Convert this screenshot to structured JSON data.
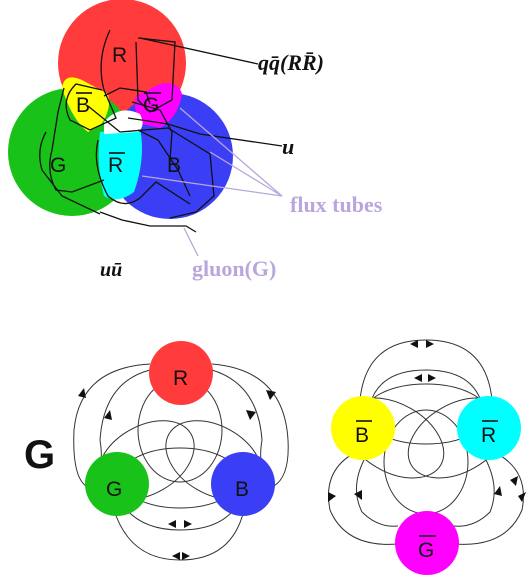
{
  "top": {
    "circle_labels": {
      "red": "R",
      "green": "G",
      "blue": "B",
      "yellow": "B",
      "magenta": "G",
      "cyan": "R"
    },
    "label_qqbar": "qq̄(RR̄)",
    "label_u": "u",
    "label_uubar": "uū",
    "label_flux": "flux tubes",
    "label_gluon": "gluon(G)"
  },
  "bottom": {
    "big_label": "G",
    "left": {
      "top": "R",
      "left": "G",
      "right": "B"
    },
    "right": {
      "left": "B",
      "right": "R",
      "bottom": "G"
    }
  },
  "colors": {
    "red": "#ff3b3b",
    "green": "#19c219",
    "blue": "#3a3ef5",
    "yellow": "#ffff00",
    "magenta": "#ff00ff",
    "cyan": "#00ffff",
    "purple_text": "#b9a6dc"
  }
}
